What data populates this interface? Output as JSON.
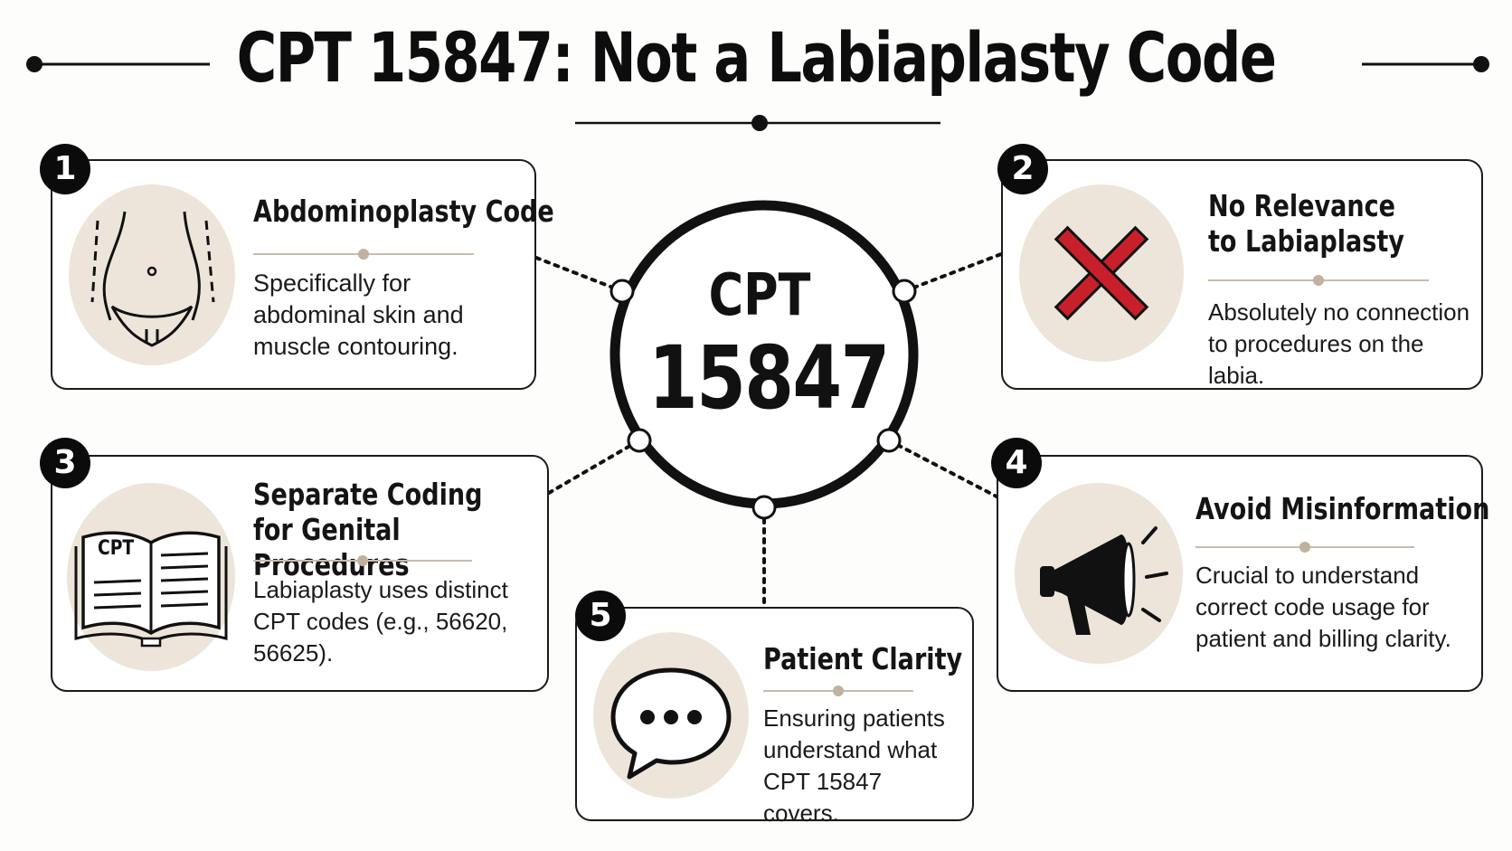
{
  "title": "CPT 15847: Not a Labiaplasty Code",
  "hub": {
    "line1": "CPT",
    "line2": "15847"
  },
  "cards": [
    {
      "number": "1",
      "title": "Abdominoplasty Code",
      "text": "Specifically for abdominal skin and muscle contouring.",
      "icon": "abdomen-outline-icon"
    },
    {
      "number": "2",
      "title": "No Relevance to Labiaplasty",
      "text": "Absolutely no connection to procedures on the labia.",
      "icon": "red-x-icon"
    },
    {
      "number": "3",
      "title": "Separate Coding for Genital Procedures",
      "text": "Labiaplasty uses distinct CPT codes (e.g., 56620, 56625).",
      "icon": "cpt-book-icon",
      "icon_label": "CPT"
    },
    {
      "number": "4",
      "title": "Avoid Misinformation",
      "text": "Crucial to understand correct code usage for patient and billing clarity.",
      "icon": "megaphone-icon"
    },
    {
      "number": "5",
      "title": "Patient Clarity",
      "text": "Ensuring patients understand what CPT 15847 covers.",
      "icon": "speech-bubble-icon"
    }
  ],
  "colors": {
    "ink": "#111111",
    "icon_disc": "#ede5da",
    "separator": "#c8bcab",
    "x_red": "#c8202a"
  }
}
